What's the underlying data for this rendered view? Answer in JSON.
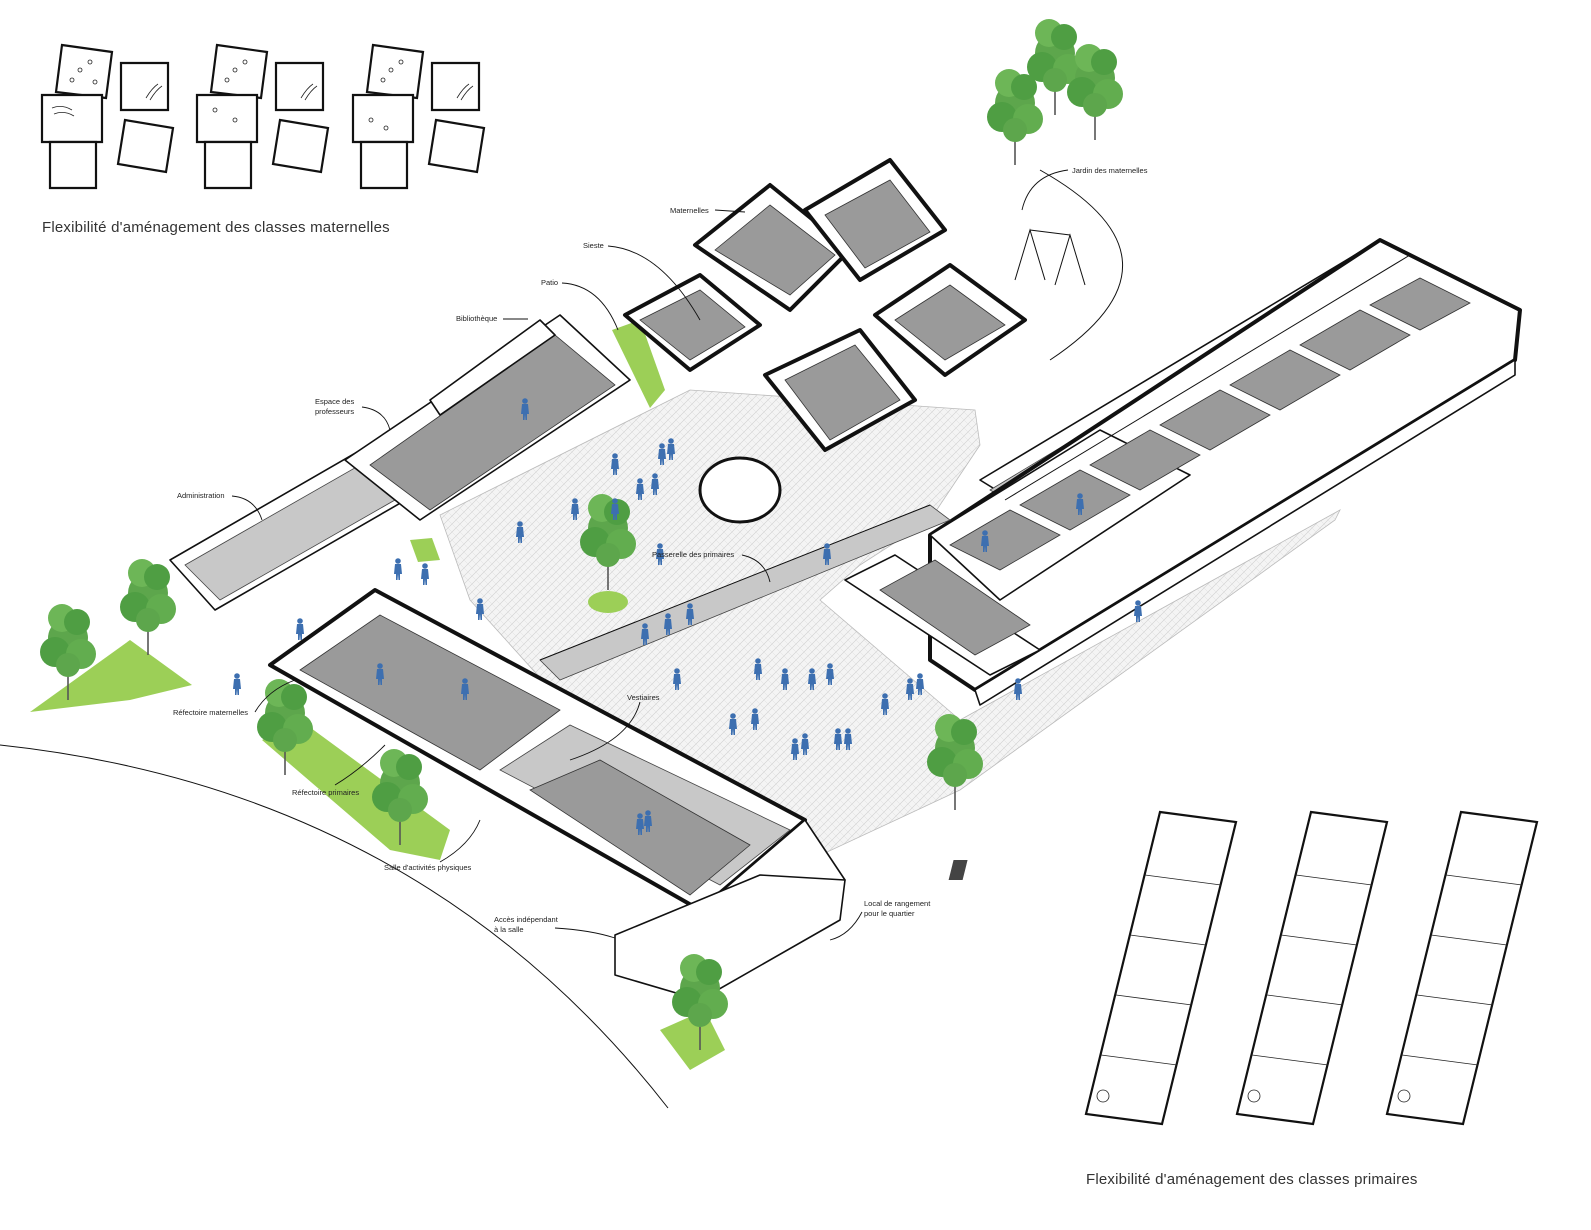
{
  "captions": {
    "kindergarten_flex": "Flexibilité d'aménagement des classes maternelles",
    "primary_flex": "Flexibilité d'aménagement des classes primaires"
  },
  "labels": {
    "jardin": "Jardin des maternelles",
    "maternelles": "Maternelles",
    "sieste": "Sieste",
    "patio": "Patio",
    "bibliotheque": "Bibliothèque",
    "espace_profs_1": "Espace des",
    "espace_profs_2": "professeurs",
    "administration": "Administration",
    "passerelle": "Passerelle des primaires",
    "refectoire_mat": "Réfectoire maternelles",
    "vestiaires": "Vestiaires",
    "refectoire_prim": "Réfectoire primaires",
    "salle_activites": "Salle d'activités physiques",
    "acces_1": "Accès indépendant",
    "acces_2": "à la salle",
    "local_1": "Local de rangement",
    "local_2": "pour le quartier"
  },
  "colors": {
    "figure": "#3d6fb0",
    "grass": "#9ccf57",
    "tree": "#4f9e43",
    "floor": "#9a9a9a"
  }
}
